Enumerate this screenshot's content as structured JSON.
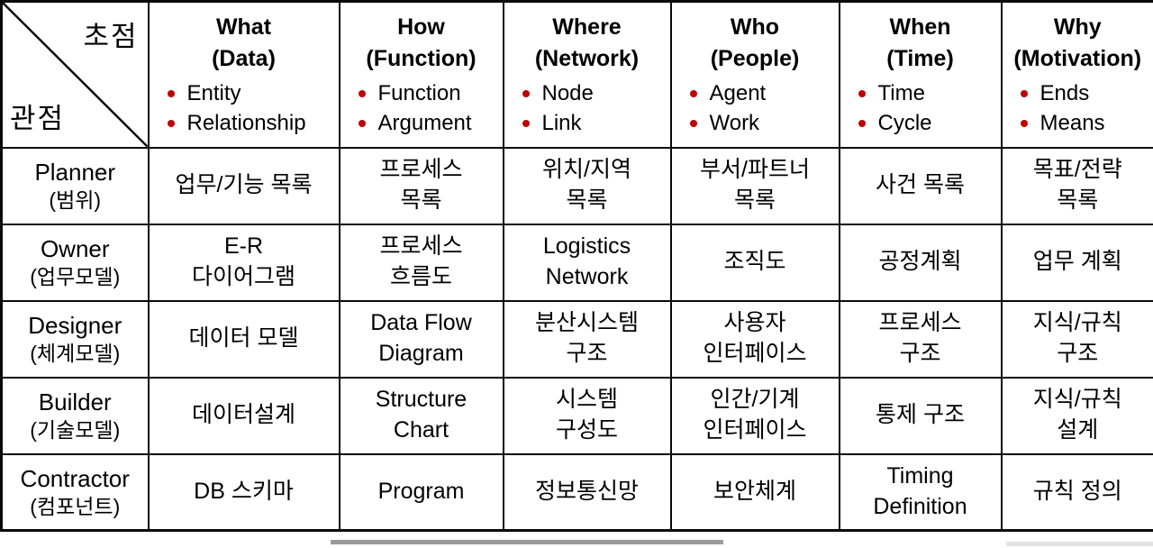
{
  "corner": {
    "focus_label": "초점",
    "perspective_label": "관점"
  },
  "columns": [
    {
      "title": "What",
      "subtitle": "(Data)",
      "bullets": [
        "Entity",
        "Relationship"
      ]
    },
    {
      "title": "How",
      "subtitle": "(Function)",
      "bullets": [
        "Function",
        "Argument"
      ]
    },
    {
      "title": "Where",
      "subtitle": "(Network)",
      "bullets": [
        "Node",
        "Link"
      ]
    },
    {
      "title": "Who",
      "subtitle": "(People)",
      "bullets": [
        "Agent",
        "Work"
      ]
    },
    {
      "title": "When",
      "subtitle": "(Time)",
      "bullets": [
        "Time",
        "Cycle"
      ]
    },
    {
      "title": "Why",
      "subtitle": "(Motivation)",
      "bullets": [
        "Ends",
        "Means"
      ]
    }
  ],
  "rows": [
    {
      "label": "Planner",
      "sublabel": "(범위)",
      "cells": [
        "업무/기능 목록",
        "프로세스\n목록",
        "위치/지역\n목록",
        "부서/파트너\n목록",
        "사건 목록",
        "목표/전략\n목록"
      ]
    },
    {
      "label": "Owner",
      "sublabel": "(업무모델)",
      "cells": [
        "E-R\n다이어그램",
        "프로세스\n흐름도",
        "Logistics\nNetwork",
        "조직도",
        "공정계획",
        "업무 계획"
      ]
    },
    {
      "label": "Designer",
      "sublabel": "(체계모델)",
      "cells": [
        "데이터 모델",
        "Data Flow\nDiagram",
        "분산시스템\n구조",
        "사용자\n인터페이스",
        "프로세스\n구조",
        "지식/규칙\n구조"
      ]
    },
    {
      "label": "Builder",
      "sublabel": "(기술모델)",
      "cells": [
        "데이터설계",
        "Structure\nChart",
        "시스템\n구성도",
        "인간/기계\n인터페이스",
        "통제 구조",
        "지식/규칙\n설계"
      ]
    },
    {
      "label": "Contractor",
      "sublabel": "(컴포넌트)",
      "cells": [
        "DB 스키마",
        "Program",
        "정보통신망",
        "보안체계",
        "Timing\nDefinition",
        "규칙 정의"
      ]
    }
  ],
  "colors": {
    "bullet": "#c00000",
    "border": "#0a0a0a",
    "background": "#ffffff"
  }
}
